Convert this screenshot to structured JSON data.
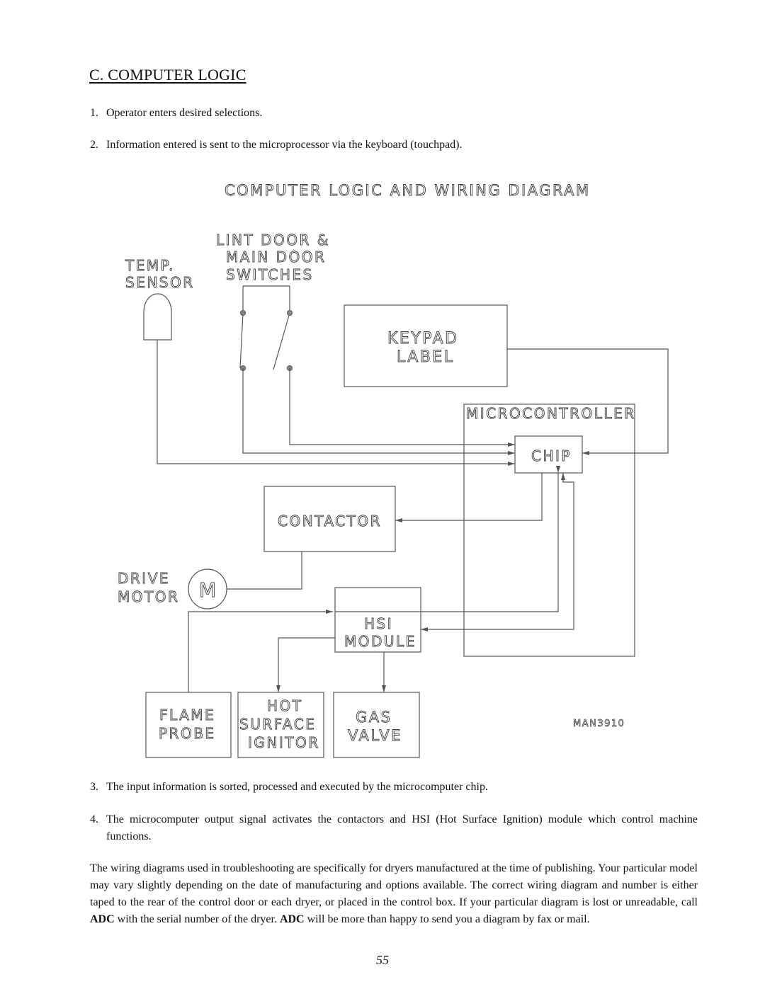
{
  "heading": "C.  COMPUTER LOGIC",
  "steps": [
    {
      "num": "1.",
      "text": "Operator enters desired selections."
    },
    {
      "num": "2.",
      "text": "Information entered is sent to the microprocessor via the keyboard (touchpad)."
    },
    {
      "num": "3.",
      "text": "The input information is sorted, processed and executed by the microcomputer chip."
    },
    {
      "num": "4.",
      "text": "The microcomputer output signal activates the contactors and HSI (Hot Surface Ignition) module which control machine functions."
    }
  ],
  "closing": {
    "part1": "The wiring diagrams used in troubleshooting are specifically for dryers manufactured at the time of publishing. Your particular model may vary slightly depending on the date of manufacturing and options available.  The correct wiring diagram and number is either taped to the rear of the control door or each dryer, or placed in the control box.  If your particular diagram is lost or unreadable, call ",
    "bold1": "ADC",
    "part2": " with the serial number of the dryer.  ",
    "bold2": "ADC",
    "part3": " will be more than happy to send you a diagram by fax or mail."
  },
  "diagram": {
    "title": "COMPUTER LOGIC AND WIRING DIAGRAM",
    "temp_sensor": [
      "TEMP.",
      "SENSOR"
    ],
    "door_switches": [
      "LINT DOOR &",
      "MAIN DOOR",
      "SWITCHES"
    ],
    "keypad_label": [
      "KEYPAD",
      "LABEL"
    ],
    "microcontroller": "MICROCONTROLLER",
    "chip": "CHIP",
    "contactor": "CONTACTOR",
    "drive_motor": [
      "DRIVE",
      "MOTOR"
    ],
    "motor_symbol": "M",
    "hsi_module": [
      "HSI",
      "MODULE"
    ],
    "flame_probe": [
      "FLAME",
      "PROBE"
    ],
    "hot_surface_ignitor": [
      "HOT",
      "SURFACE",
      "IGNITOR"
    ],
    "gas_valve": [
      "GAS",
      "VALVE"
    ],
    "drawing_number": "MAN3910"
  },
  "page_number": "55"
}
